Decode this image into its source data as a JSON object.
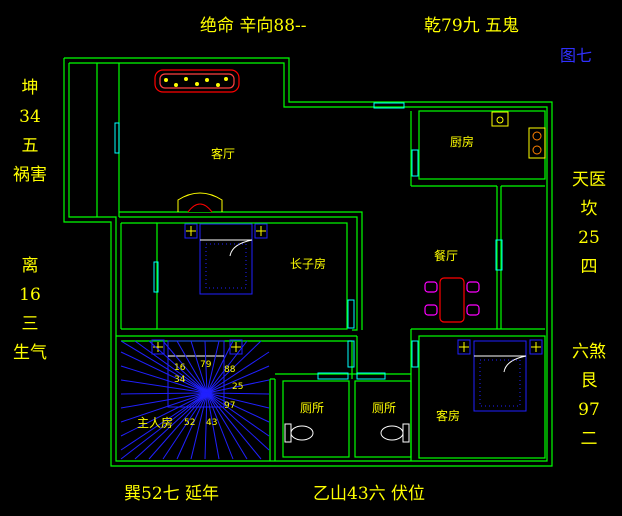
{
  "header": {
    "top_left": "绝命 辛向88--",
    "top_right": "乾79九 五鬼",
    "figure_label": "图七",
    "bottom_left": "巽52七  延年",
    "bottom_right": "乙山43六  伏位"
  },
  "left_labels": {
    "kun": [
      "坤",
      "34",
      "五",
      "祸害"
    ],
    "li": [
      "离",
      "16",
      "三",
      "生气"
    ]
  },
  "right_labels": {
    "kan": [
      "天医",
      "坎",
      "25",
      "四"
    ],
    "gen": [
      "六煞",
      "艮",
      "97",
      "二"
    ]
  },
  "rooms": {
    "living": "客厅",
    "kitchen": "厨房",
    "eldest_son": "长子房",
    "dining": "餐厅",
    "master": "主人房",
    "toilet1": "厕所",
    "toilet2": "厕所",
    "guest": "客房"
  },
  "compass_numbers": {
    "n16": "16",
    "n79": "79",
    "n34": "34",
    "n88": "88",
    "n25": "25",
    "n97": "97",
    "n52": "52",
    "n43": "43"
  },
  "colors": {
    "wall": "#00ff00",
    "text": "#ffff00",
    "furniture_blue": "#2020ff",
    "window": "#00ffff",
    "sofa_red": "#ff0000",
    "chair_magenta": "#ff00ff",
    "figure_label": "#3030ff"
  }
}
